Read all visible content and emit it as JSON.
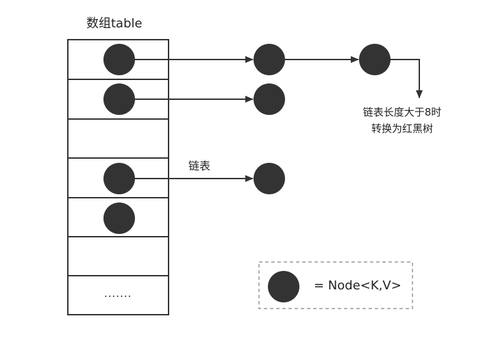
{
  "table": {
    "title": "数组table",
    "ellipsis": "......."
  },
  "labels": {
    "linked_list": "链表",
    "treeify_note_line1": "链表长度大于8时",
    "treeify_note_line2": "转换为红黑树"
  },
  "legend": {
    "text": "= Node<K,V>"
  },
  "colors": {
    "node": "#333333",
    "line": "#333333",
    "legend_border": "#999999"
  }
}
